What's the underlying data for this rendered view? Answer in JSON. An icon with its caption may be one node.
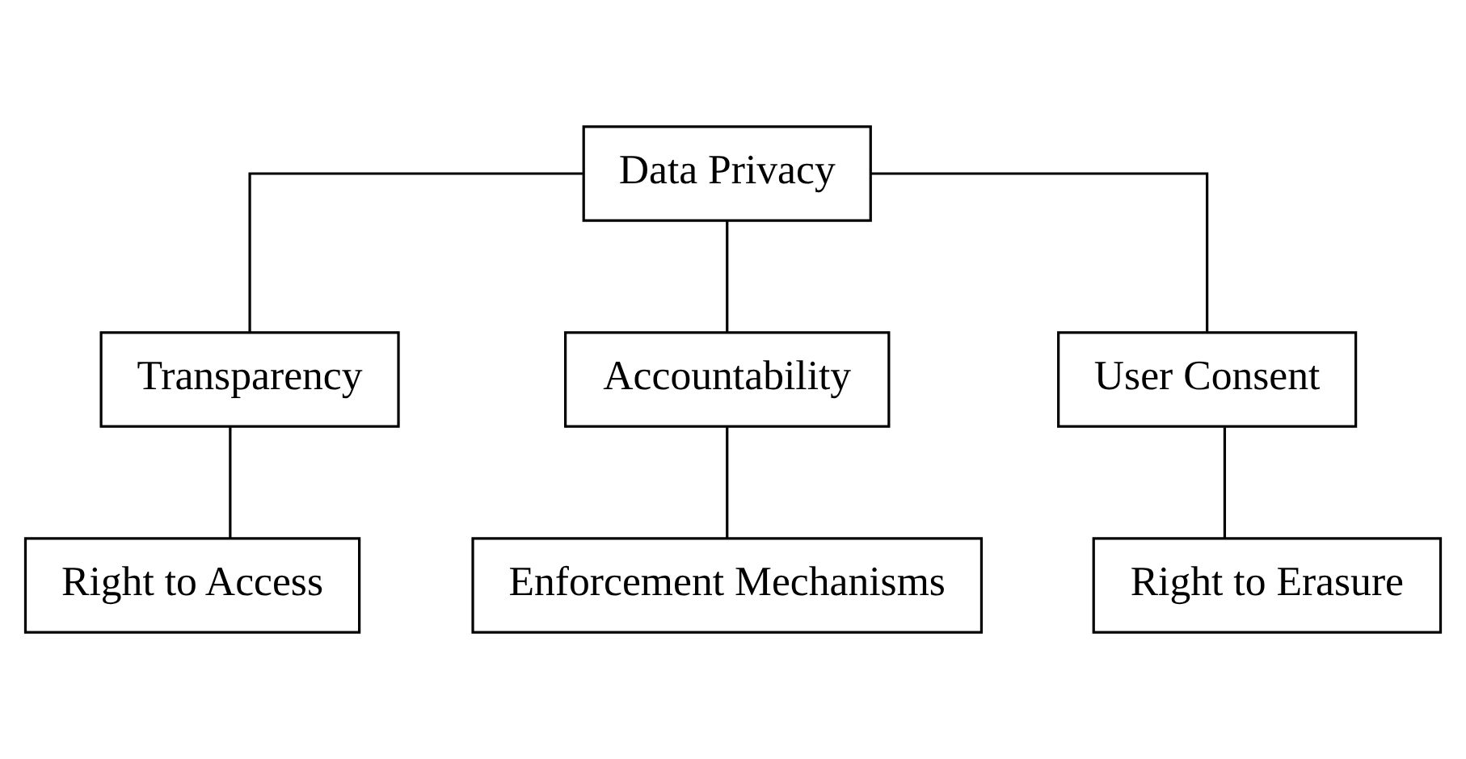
{
  "diagram": {
    "nodes": [
      {
        "text": [
          "Data Privacy"
        ]
      },
      {
        "text": [
          "Transparency"
        ]
      },
      {
        "text": [
          "Accountability"
        ]
      },
      {
        "text": [
          "User Consent"
        ]
      },
      {
        "text": [
          "Right to Access"
        ]
      },
      {
        "text": [
          "Enforcement Mechanisms"
        ]
      },
      {
        "text": [
          "Right to Erasure"
        ]
      }
    ],
    "edges": [
      {
        "from": 0,
        "to": 1,
        "arrow": "none"
      },
      {
        "from": 0,
        "to": 2,
        "arrow": "none"
      },
      {
        "from": 0,
        "to": 3,
        "arrow": "none"
      },
      {
        "from": 1,
        "to": 4,
        "arrow": "none"
      },
      {
        "from": 2,
        "to": 5,
        "arrow": "none"
      },
      {
        "from": 3,
        "to": 6,
        "arrow": "none"
      }
    ]
  }
}
